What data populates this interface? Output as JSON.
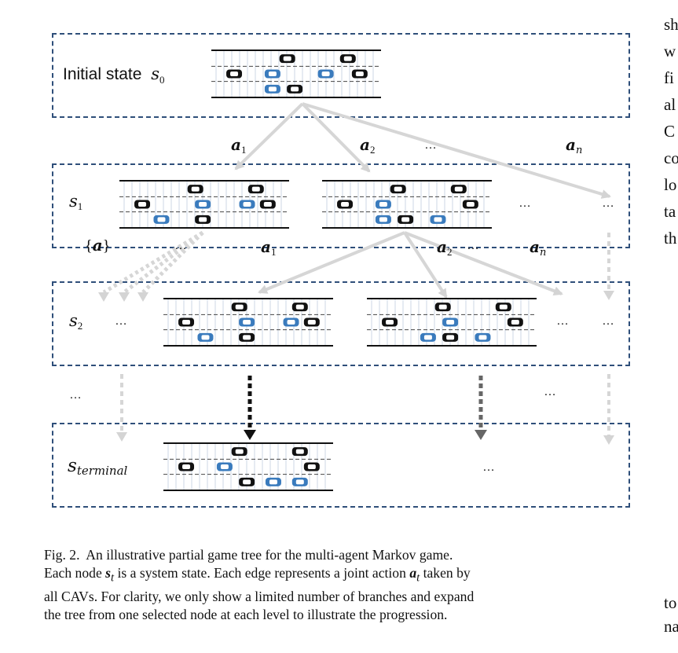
{
  "diagram": {
    "level_labels": {
      "initial_text": "Initial state",
      "s0": "s",
      "s0_sub": "0",
      "s1": "s",
      "s1_sub": "1",
      "s2": "s",
      "s2_sub": "2",
      "s_terminal": "s",
      "s_terminal_sub": "terminal"
    },
    "action_labels": {
      "a1": "a",
      "a1_sub": "1",
      "a2": "a",
      "a2_sub": "2",
      "an": "a",
      "an_sub": "n",
      "set_a_open": "{",
      "set_a": "a",
      "set_a_close": "}"
    },
    "ellipsis": "…",
    "colors": {
      "box_border": "#2f4f7a",
      "arrow_gray": "#d4d4d4",
      "arrow_dark": "#111111",
      "arrow_mid": "#666666",
      "car_black": "#111111",
      "car_blue": "#3a7bbd",
      "lane_line": "#9aaecb"
    }
  },
  "caption": {
    "label": "Fig. 2.",
    "line1": "An illustrative partial game tree for the multi-agent Markov game.",
    "line2_a": "Each node",
    "line2_sym": "s",
    "line2_sub": "t",
    "line2_b": "is a system state. Each edge represents a joint action",
    "line2_sym2": "a",
    "line2_sub2": "t",
    "line2_c": "taken by",
    "line3": "all CAVs. For clarity, we only show a limited number of branches and expand",
    "line4": "the tree from one selected node at each level to illustrate the progression."
  },
  "body_text_fragments": [
    "sh",
    "w",
    "fi",
    "al",
    "C",
    "co",
    "lo",
    "ta",
    "th",
    "to",
    "na"
  ]
}
